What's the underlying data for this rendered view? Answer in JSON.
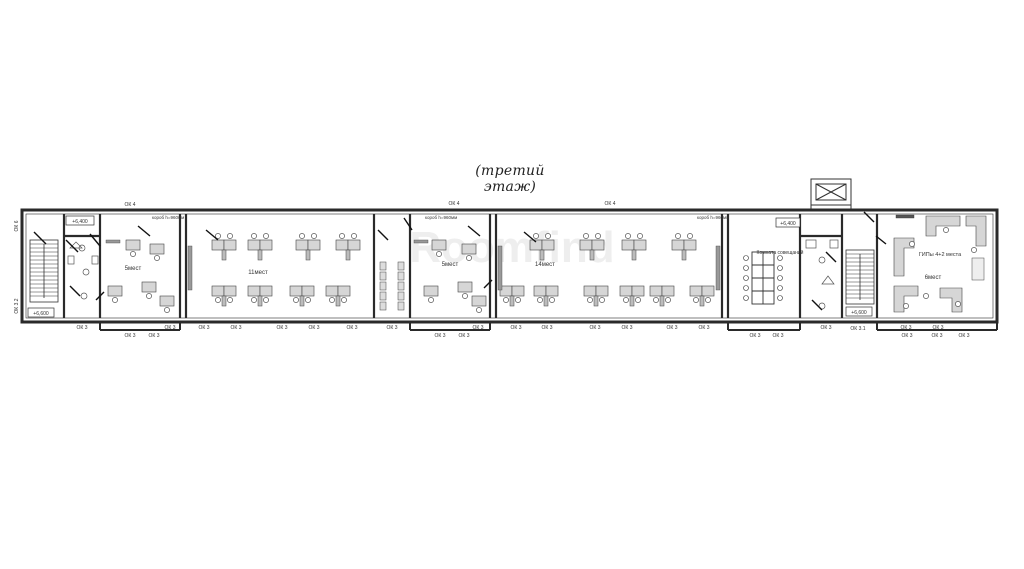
{
  "plan": {
    "title": "(третий этаж)",
    "rooms": [
      {
        "label": "5мест"
      },
      {
        "label": "11мест"
      },
      {
        "label": "5мест"
      },
      {
        "label": "14мест"
      },
      {
        "label": "Комната совещаний"
      },
      {
        "label": "ГИПы 4+2 места"
      },
      {
        "label": "6мест"
      }
    ],
    "level_marks": [
      "+6,400",
      "+6,400",
      "+6,600",
      "+6,600"
    ],
    "windows_top": [
      "ОК 4",
      "ОК 4",
      "ОК 4"
    ],
    "windows_bottom_main": [
      "ОК 3",
      "ОК 3",
      "ОК 3",
      "ОК 3",
      "ОК 3",
      "ОК 3",
      "ОК 3",
      "ОК 3",
      "ОК 3",
      "ОК 3",
      "ОК 3",
      "ОК 3",
      "ОК 3",
      "ОК 3",
      "ОК 3",
      "ОК 3",
      "ОК 3",
      "ОК 3"
    ],
    "windows_bottom_low": [
      "ОК 3",
      "ОК 3",
      "ОК 3",
      "ОК 3",
      "ОК 3",
      "ОК 3",
      "ОК 3",
      "ОК 3",
      "ОК 3"
    ],
    "window_left_side": [
      "ОК 6",
      "ОК 3.2"
    ],
    "window_right_bottom": "ОК 3.1",
    "duct_labels": [
      "короб h=960мм",
      "короб h=960мм",
      "короб h=960мм"
    ],
    "watermark": "Roomfind"
  }
}
